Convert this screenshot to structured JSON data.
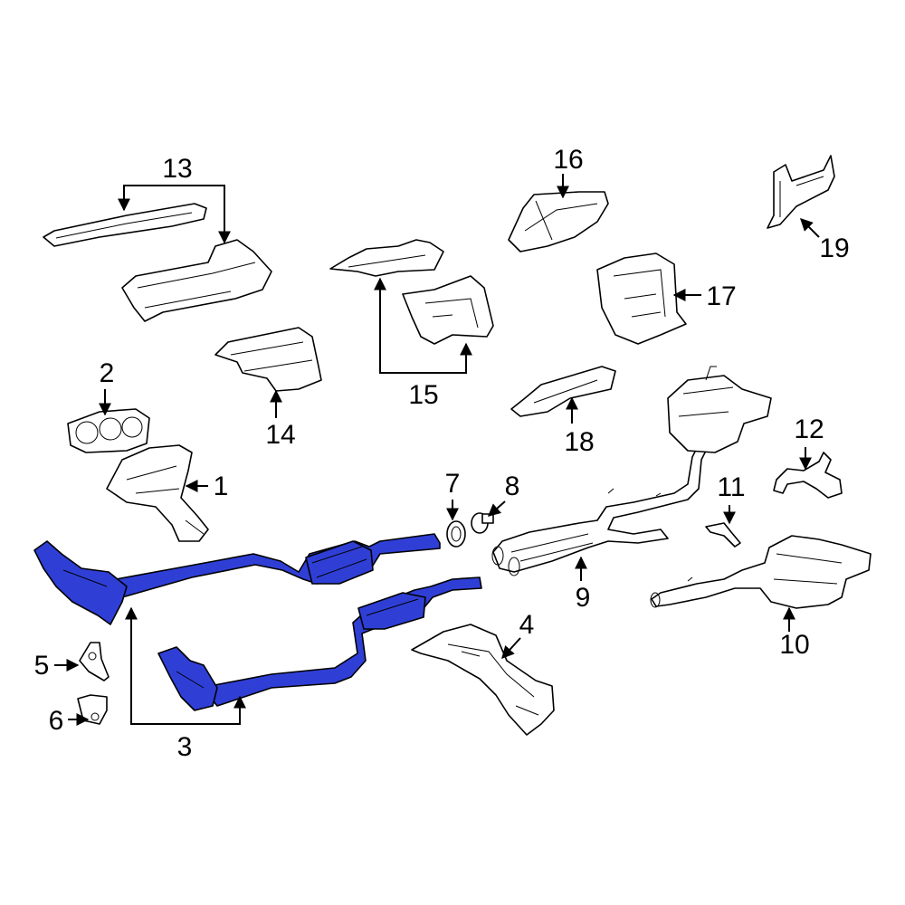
{
  "diagram": {
    "highlight_color": "#2f3fd6",
    "callouts": {
      "c1": "1",
      "c2": "2",
      "c3": "3",
      "c4": "4",
      "c5": "5",
      "c6": "6",
      "c7": "7",
      "c8": "8",
      "c9": "9",
      "c10": "10",
      "c11": "11",
      "c12": "12",
      "c13": "13",
      "c14": "14",
      "c15": "15",
      "c16": "16",
      "c17": "17",
      "c18": "18",
      "c19": "19"
    }
  }
}
